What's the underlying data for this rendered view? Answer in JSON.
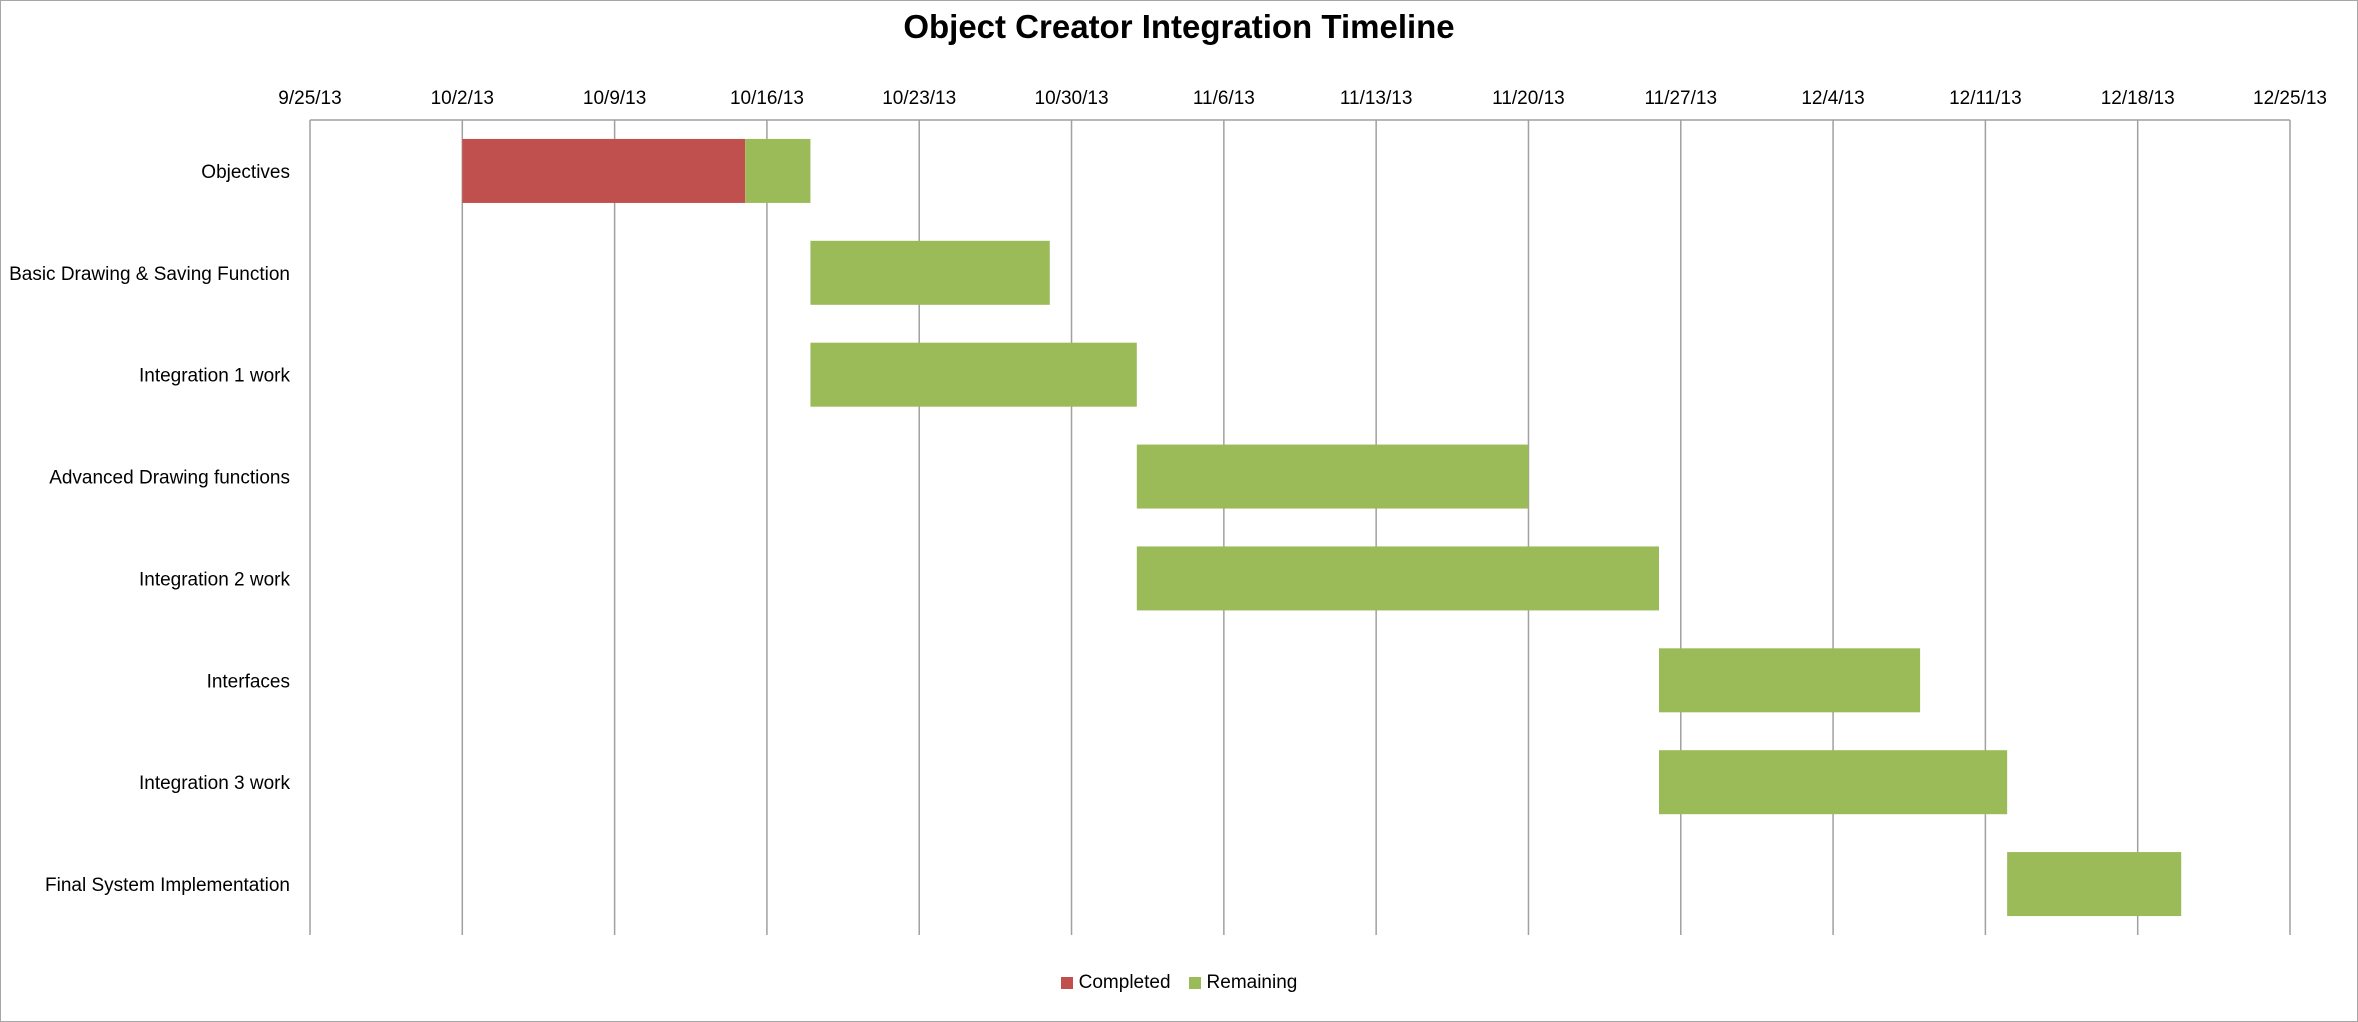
{
  "chart_data": {
    "type": "bar",
    "subtype": "gantt",
    "title": "Object Creator Integration Timeline",
    "x_axis": {
      "type": "date",
      "position": "top",
      "min": "2013-09-25",
      "max": "2013-12-25",
      "tick_labels": [
        "9/25/13",
        "10/2/13",
        "10/9/13",
        "10/16/13",
        "10/23/13",
        "10/30/13",
        "11/6/13",
        "11/13/13",
        "11/20/13",
        "11/27/13",
        "12/4/13",
        "12/11/13",
        "12/18/13",
        "12/25/13"
      ],
      "grid": true
    },
    "categories": [
      "Objectives",
      "Basic Drawing & Saving Function",
      "Integration 1 work",
      "Advanced Drawing functions",
      "Integration 2 work",
      "Interfaces ",
      "Integration 3 work",
      "Final System Implementation "
    ],
    "series": [
      {
        "name": "Completed",
        "color": "#c0504d",
        "segments": [
          {
            "task": "Objectives",
            "start": "2013-10-02",
            "end": "2013-10-15"
          }
        ]
      },
      {
        "name": "Remaining",
        "color": "#9bbb59",
        "segments": [
          {
            "task": "Objectives",
            "start": "2013-10-15",
            "end": "2013-10-18"
          },
          {
            "task": "Basic Drawing & Saving Function",
            "start": "2013-10-18",
            "end": "2013-10-29"
          },
          {
            "task": "Integration 1 work",
            "start": "2013-10-18",
            "end": "2013-11-02"
          },
          {
            "task": "Advanced Drawing functions",
            "start": "2013-11-02",
            "end": "2013-11-20"
          },
          {
            "task": "Integration 2 work",
            "start": "2013-11-02",
            "end": "2013-11-26"
          },
          {
            "task": "Interfaces ",
            "start": "2013-11-26",
            "end": "2013-12-08"
          },
          {
            "task": "Integration 3 work",
            "start": "2013-11-26",
            "end": "2013-12-12"
          },
          {
            "task": "Final System Implementation ",
            "start": "2013-12-12",
            "end": "2013-12-20"
          }
        ]
      }
    ],
    "legend": {
      "position": "bottom",
      "entries": [
        "Completed",
        "Remaining"
      ]
    }
  }
}
